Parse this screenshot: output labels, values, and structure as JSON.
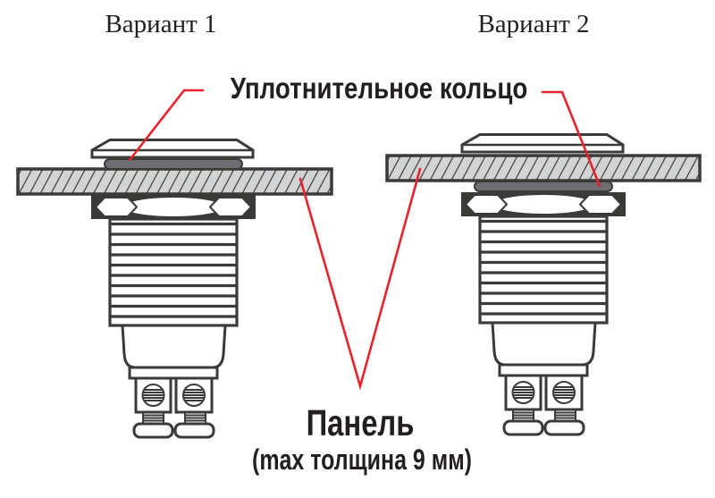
{
  "titles": {
    "variant1": "Вариант 1",
    "variant2": "Вариант 2"
  },
  "labels": {
    "sealing_ring": "Уплотнительное кольцо",
    "panel": "Панель",
    "panel_note": "(max толщина 9 мм)"
  },
  "colors": {
    "outline": "#3a3a38",
    "leader_red": "#e8212a",
    "panel_fill": "#d1d3d4",
    "ring_fill": "#6d6e71",
    "text": "#231f20"
  }
}
